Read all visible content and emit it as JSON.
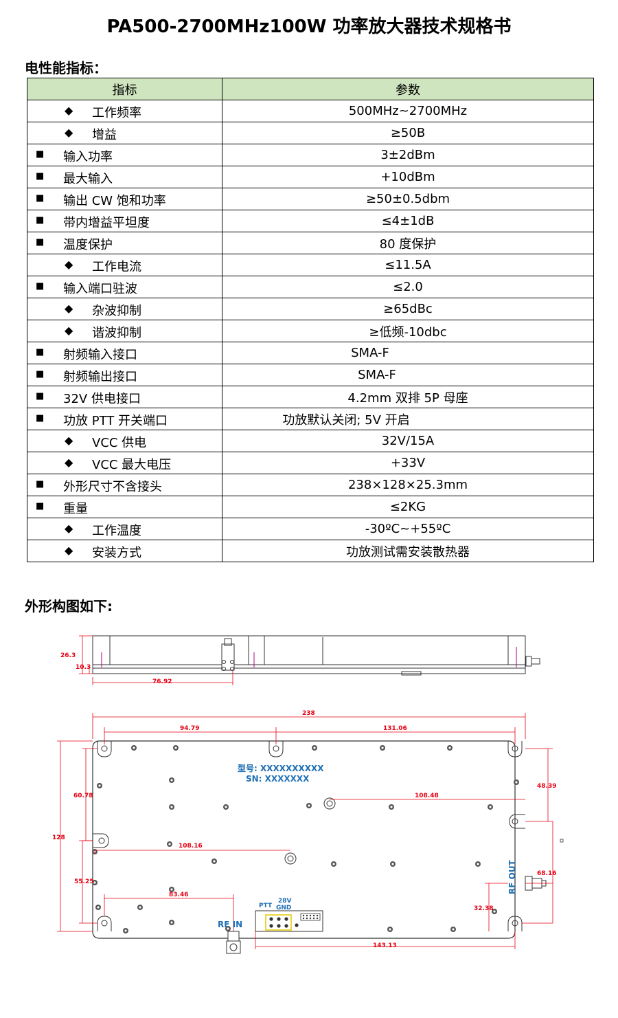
{
  "title": "PA500-2700MHz100W 功率放大器技术规格书",
  "section_electrical": "电性能指标：",
  "table": {
    "headers": [
      "指标",
      "参数"
    ],
    "rows": [
      {
        "marker": "◆",
        "level": 2,
        "name": "工作频率",
        "value": "500MHz~2700MHz"
      },
      {
        "marker": "◆",
        "level": 2,
        "name": "增益",
        "value": "≥50B"
      },
      {
        "marker": "■",
        "level": 1,
        "name": "输入功率",
        "value": "3±2dBm"
      },
      {
        "marker": "■",
        "level": 1,
        "name": "最大输入",
        "value": "+10dBm"
      },
      {
        "marker": "■",
        "level": 1,
        "name": "输出 CW 饱和功率",
        "value": "≥50±0.5dbm"
      },
      {
        "marker": "■",
        "level": 1,
        "name": "带内增益平坦度",
        "value": "≤4±1dB"
      },
      {
        "marker": "■",
        "level": 1,
        "name": "温度保护",
        "value": "80 度保护"
      },
      {
        "marker": "◆",
        "level": 2,
        "name": "工作电流",
        "value": "≤11.5A"
      },
      {
        "marker": "■",
        "level": 1,
        "name": "输入端口驻波",
        "value": "≤2.0"
      },
      {
        "marker": "◆",
        "level": 2,
        "name": "杂波抑制",
        "value": "≥65dBc"
      },
      {
        "marker": "◆",
        "level": 2,
        "name": "谐波抑制",
        "value": "≥低频-10dbc"
      },
      {
        "marker": "■",
        "level": 1,
        "name": "射频输入接口",
        "value": "SMA-F"
      },
      {
        "marker": "■",
        "level": 1,
        "name": "射频输出接口",
        "value": "SMA-F"
      },
      {
        "marker": "■",
        "level": 1,
        "name": "32V 供电接口",
        "value": "4.2mm 双排 5P 母座"
      },
      {
        "marker": "■",
        "level": 1,
        "name": "功放 PTT 开关端口",
        "value": "功放默认关闭; 5V 开启"
      },
      {
        "marker": "◆",
        "level": 2,
        "name": "VCC 供电",
        "value": "32V/15A"
      },
      {
        "marker": "◆",
        "level": 2,
        "name": "VCC 最大电压",
        "value": "+33V"
      },
      {
        "marker": "■",
        "level": 1,
        "name": "外形尺寸不含接头",
        "value": "238×128×25.3mm"
      },
      {
        "marker": "■",
        "level": 1,
        "name": "重量",
        "value": "≤2KG"
      },
      {
        "marker": "◆",
        "level": 2,
        "name": "工作温度",
        "value": "-30ºC~+55ºC"
      },
      {
        "marker": "◆",
        "level": 2,
        "name": "安装方式",
        "value": "功放测试需安装散热器"
      }
    ]
  },
  "section_drawing": "外形构图如下:",
  "drawing": {
    "side_dims": [
      "26.3",
      "10.3",
      "76.92"
    ],
    "top_dims": {
      "overall_width": "238",
      "hole1": "94.79",
      "hole2": "131.06",
      "right_hole": "48.39",
      "left_hole": "60.78",
      "mid_hole": "108.48",
      "height": "128",
      "center_hole": "108.16",
      "left_lower": "55.25",
      "rf_out": "68.16",
      "rf_in": "83.46",
      "rf_out_low": "32.38",
      "connector": "143.13"
    },
    "label_model": "型号: XXXXXXXXXX",
    "label_sn": "SN: XXXXXXX",
    "label_ptt": "PTT",
    "label_28v": "28V",
    "label_gnd": "GND",
    "label_rf_in": "RF IN",
    "label_rf_out": "RF OUT",
    "colors": {
      "dimension": "#e60012",
      "label": "#1e6fb5",
      "header_bg": "#cfe5bf"
    }
  }
}
